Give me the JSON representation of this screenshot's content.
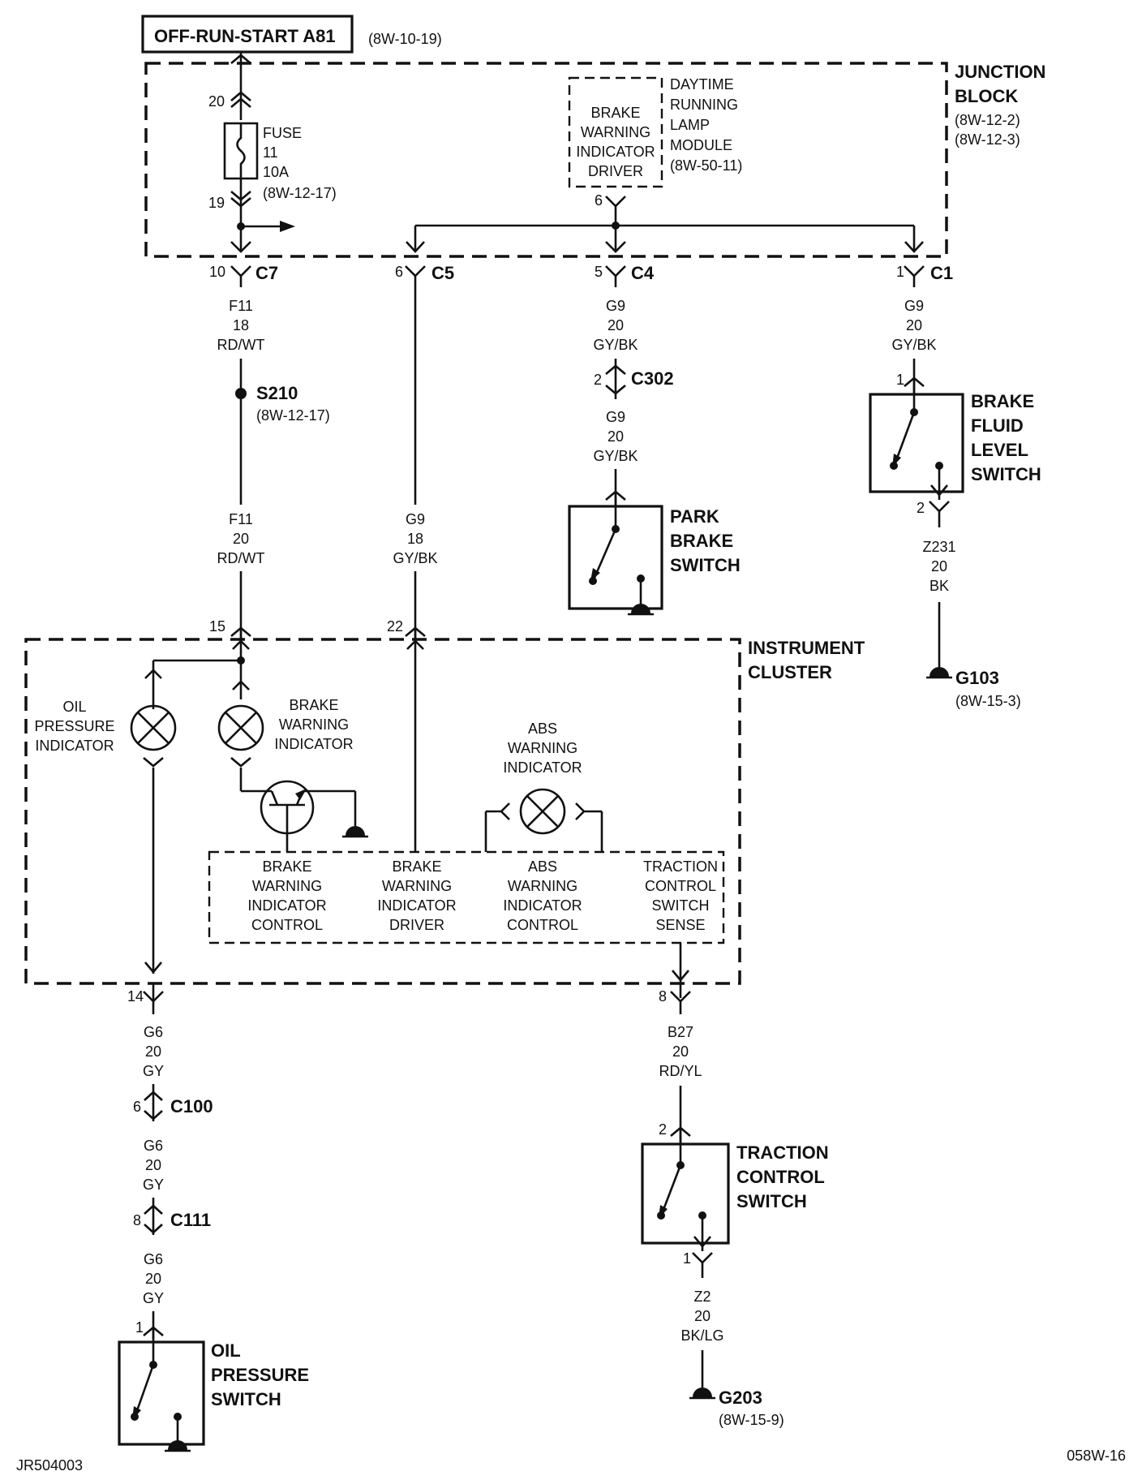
{
  "header": {
    "circuit_label": "OFF-RUN-START A81",
    "circuit_ref": "(8W-10-19)"
  },
  "junction_block": {
    "title_1": "JUNCTION",
    "title_2": "BLOCK",
    "ref_1": "(8W-12-2)",
    "ref_2": "(8W-12-3)",
    "fuse": {
      "label": "FUSE",
      "number": "11",
      "rating": "10A",
      "ref": "(8W-12-17)",
      "pin_in": "20",
      "pin_out": "19"
    },
    "module_box": [
      "BRAKE",
      "WARNING",
      "INDICATOR",
      "DRIVER"
    ],
    "module_label": [
      "DAYTIME",
      "RUNNING",
      "LAMP",
      "MODULE",
      "(8W-50-11)"
    ],
    "module_pin": "6",
    "connectors": [
      {
        "pin": "10",
        "name": "C7"
      },
      {
        "pin": "6",
        "name": "C5"
      },
      {
        "pin": "5",
        "name": "C4"
      },
      {
        "pin": "1",
        "name": "C1"
      }
    ]
  },
  "wires": {
    "f11_upper": [
      "F11",
      "18",
      "RD/WT"
    ],
    "f11_lower": [
      "F11",
      "20",
      "RD/WT"
    ],
    "g9_c5": [
      "G9",
      "18",
      "GY/BK"
    ],
    "g9_c4_upper": [
      "G9",
      "20",
      "GY/BK"
    ],
    "g9_c4_lower": [
      "G9",
      "20",
      "GY/BK"
    ],
    "g9_c1": [
      "G9",
      "20",
      "GY/BK"
    ],
    "z231": [
      "Z231",
      "20",
      "BK"
    ],
    "g6_a": [
      "G6",
      "20",
      "GY"
    ],
    "g6_b": [
      "G6",
      "20",
      "GY"
    ],
    "g6_c": [
      "G6",
      "20",
      "GY"
    ],
    "b27": [
      "B27",
      "20",
      "RD/YL"
    ],
    "z2": [
      "Z2",
      "20",
      "BK/LG"
    ]
  },
  "splice": {
    "name": "S210",
    "ref": "(8W-12-17)"
  },
  "inline_connectors": {
    "c302": {
      "pin": "2",
      "name": "C302"
    },
    "c100": {
      "pin": "6",
      "name": "C100"
    },
    "c111": {
      "pin": "8",
      "name": "C111"
    }
  },
  "components": {
    "park_brake_switch": [
      "PARK",
      "BRAKE",
      "SWITCH"
    ],
    "brake_fluid_switch": [
      "BRAKE",
      "FLUID",
      "LEVEL",
      "SWITCH"
    ],
    "brake_fluid_pins": {
      "top": "1",
      "bottom": "2"
    },
    "traction_control_switch": [
      "TRACTION",
      "CONTROL",
      "SWITCH"
    ],
    "traction_pins": {
      "top": "2",
      "bottom": "1"
    },
    "oil_pressure_switch": [
      "OIL",
      "PRESSURE",
      "SWITCH"
    ],
    "oil_pin": "1"
  },
  "grounds": {
    "g103": {
      "name": "G103",
      "ref": "(8W-15-3)"
    },
    "g203": {
      "name": "G203",
      "ref": "(8W-15-9)"
    }
  },
  "instrument_cluster": {
    "title_1": "INSTRUMENT",
    "title_2": "CLUSTER",
    "pins": {
      "p15": "15",
      "p22": "22",
      "p14": "14",
      "p8": "8"
    },
    "oil_indicator": [
      "OIL",
      "PRESSURE",
      "INDICATOR"
    ],
    "brake_indicator": [
      "BRAKE",
      "WARNING",
      "INDICATOR"
    ],
    "abs_indicator": [
      "ABS",
      "WARNING",
      "INDICATOR"
    ],
    "module_cells": [
      [
        "BRAKE",
        "WARNING",
        "INDICATOR",
        "CONTROL"
      ],
      [
        "BRAKE",
        "WARNING",
        "INDICATOR",
        "DRIVER"
      ],
      [
        "ABS",
        "WARNING",
        "INDICATOR",
        "CONTROL"
      ],
      [
        "TRACTION",
        "CONTROL",
        "SWITCH",
        "SENSE"
      ]
    ]
  },
  "footer": {
    "left_code": "JR504003",
    "right_code": "058W-16"
  }
}
